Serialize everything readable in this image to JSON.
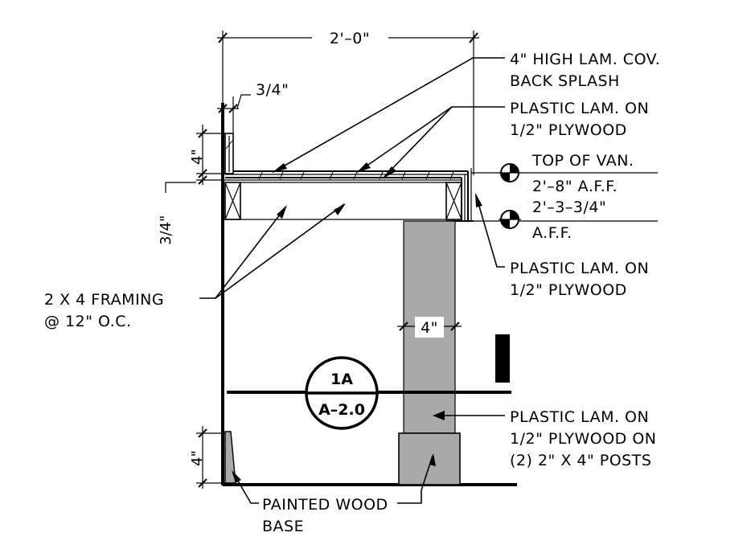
{
  "dimensions": {
    "width_2ft": "2'–0\"",
    "three_quarter_top": "3/4\"",
    "four_inch_top": "4\"",
    "three_quarter_side": "3/4\"",
    "four_inch_post": "4\"",
    "four_inch_base": "4\""
  },
  "labels": {
    "backsplash_1": "4\" HIGH LAM. COV.",
    "backsplash_2": "BACK SPLASH",
    "lam_top_1": "PLASTIC LAM. ON",
    "lam_top_2": "1/2\" PLYWOOD",
    "framing_1": "2 X 4 FRAMING",
    "framing_2": "@ 12\" O.C.",
    "lam_side_1": "PLASTIC LAM. ON",
    "lam_side_2": "1/2\" PLYWOOD",
    "lam_post_1": "PLASTIC LAM. ON",
    "lam_post_2": "1/2\" PLYWOOD ON",
    "lam_post_3": "(2) 2\" X 4\" POSTS",
    "base_1": "PAINTED WOOD",
    "base_2": "BASE"
  },
  "elevations": {
    "top_1": "TOP OF VAN.",
    "top_2": "2'–8\" A.F.F.",
    "bottom_1": "2'–3–3/4\"",
    "bottom_2": "A.F.F."
  },
  "section_tag": {
    "detail": "1A",
    "sheet": "A–2.0"
  }
}
